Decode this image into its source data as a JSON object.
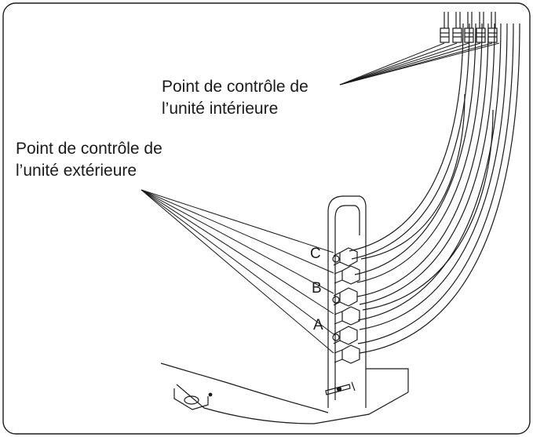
{
  "labels": {
    "indoor_line1": "Point de contrôle de",
    "indoor_line2": "l’unité intérieure",
    "outdoor_line1": "Point de contrôle de",
    "outdoor_line2": "l’unité extérieure"
  },
  "valve_letters": [
    "C",
    "B",
    "A"
  ],
  "colors": {
    "line": "#1a1a1a",
    "background": "#ffffff"
  }
}
